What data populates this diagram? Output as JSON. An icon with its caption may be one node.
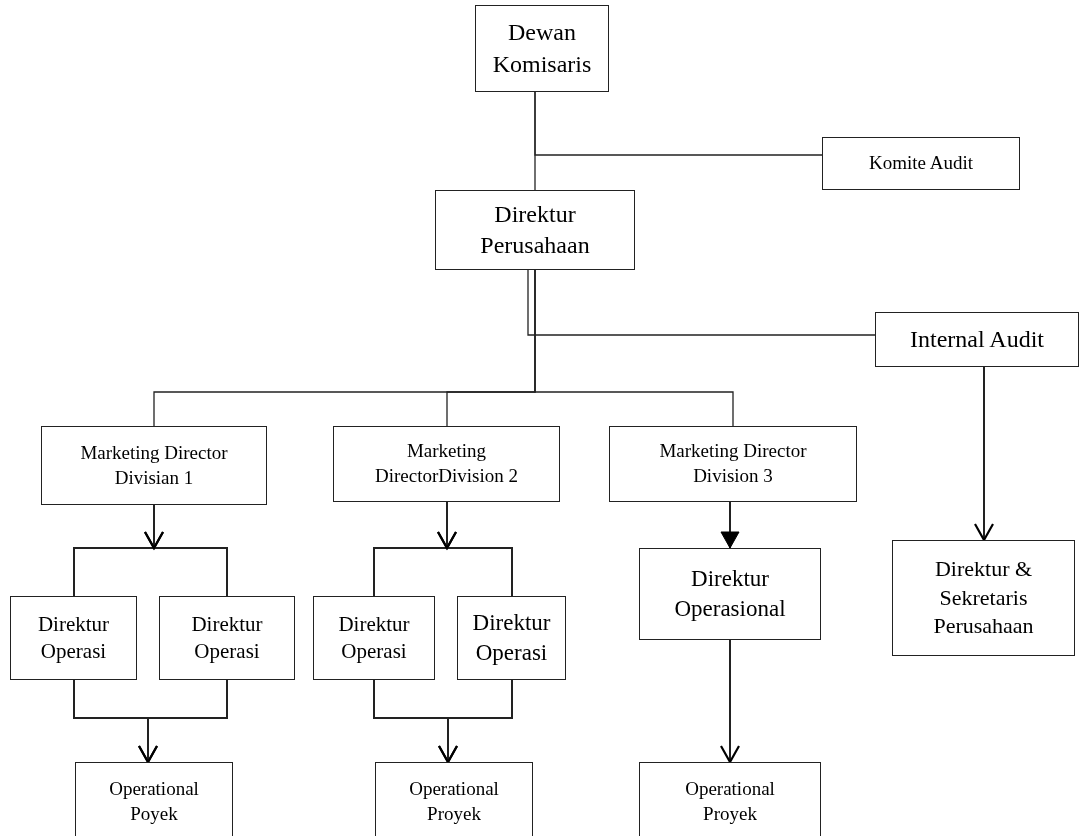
{
  "diagram": {
    "nodes": [
      {
        "text": [
          "Dewan Komisaris"
        ]
      },
      {
        "text": [
          "Komite Audit"
        ]
      },
      {
        "text": [
          "Direktur Perusahaan"
        ]
      },
      {
        "text": [
          "Internal Audit"
        ]
      },
      {
        "text": [
          "Marketing Director Divisian 1"
        ]
      },
      {
        "text": [
          "Marketing DirectorDivision 2"
        ]
      },
      {
        "text": [
          "Marketing Director Division 3"
        ]
      },
      {
        "text": [
          "Direktur & Sekretaris Perusahaan"
        ]
      },
      {
        "text": [
          "Direktur Operasi"
        ]
      },
      {
        "text": [
          "Direktur Operasi"
        ]
      },
      {
        "text": [
          "Direktur Operasi"
        ]
      },
      {
        "text": [
          "Direktur Operasi"
        ]
      },
      {
        "text": [
          "Direktur Operasional"
        ]
      },
      {
        "text": [
          "Operational Poyek"
        ]
      },
      {
        "text": [
          "Operational Proyek"
        ]
      },
      {
        "text": [
          "Operational Proyek"
        ]
      }
    ],
    "edges": [
      {
        "from": 0,
        "to": 1,
        "arrow": "none"
      },
      {
        "from": 0,
        "to": 2,
        "arrow": "none"
      },
      {
        "from": 2,
        "to": 3,
        "arrow": "none"
      },
      {
        "from": 2,
        "to": 4,
        "arrow": "none"
      },
      {
        "from": 2,
        "to": 5,
        "arrow": "none"
      },
      {
        "from": 2,
        "to": 6,
        "arrow": "none"
      },
      {
        "from": 3,
        "to": 7,
        "arrow": "to"
      },
      {
        "from": 4,
        "to": 8,
        "arrow": "to"
      },
      {
        "from": 4,
        "to": 9,
        "arrow": "to"
      },
      {
        "from": 5,
        "to": 10,
        "arrow": "to"
      },
      {
        "from": 5,
        "to": 11,
        "arrow": "to"
      },
      {
        "from": 6,
        "to": 12,
        "arrow": "to"
      },
      {
        "from": 8,
        "to": 13,
        "arrow": "to"
      },
      {
        "from": 9,
        "to": 13,
        "arrow": "to"
      },
      {
        "from": 10,
        "to": 14,
        "arrow": "to"
      },
      {
        "from": 11,
        "to": 14,
        "arrow": "to"
      },
      {
        "from": 12,
        "to": 15,
        "arrow": "to"
      }
    ]
  }
}
